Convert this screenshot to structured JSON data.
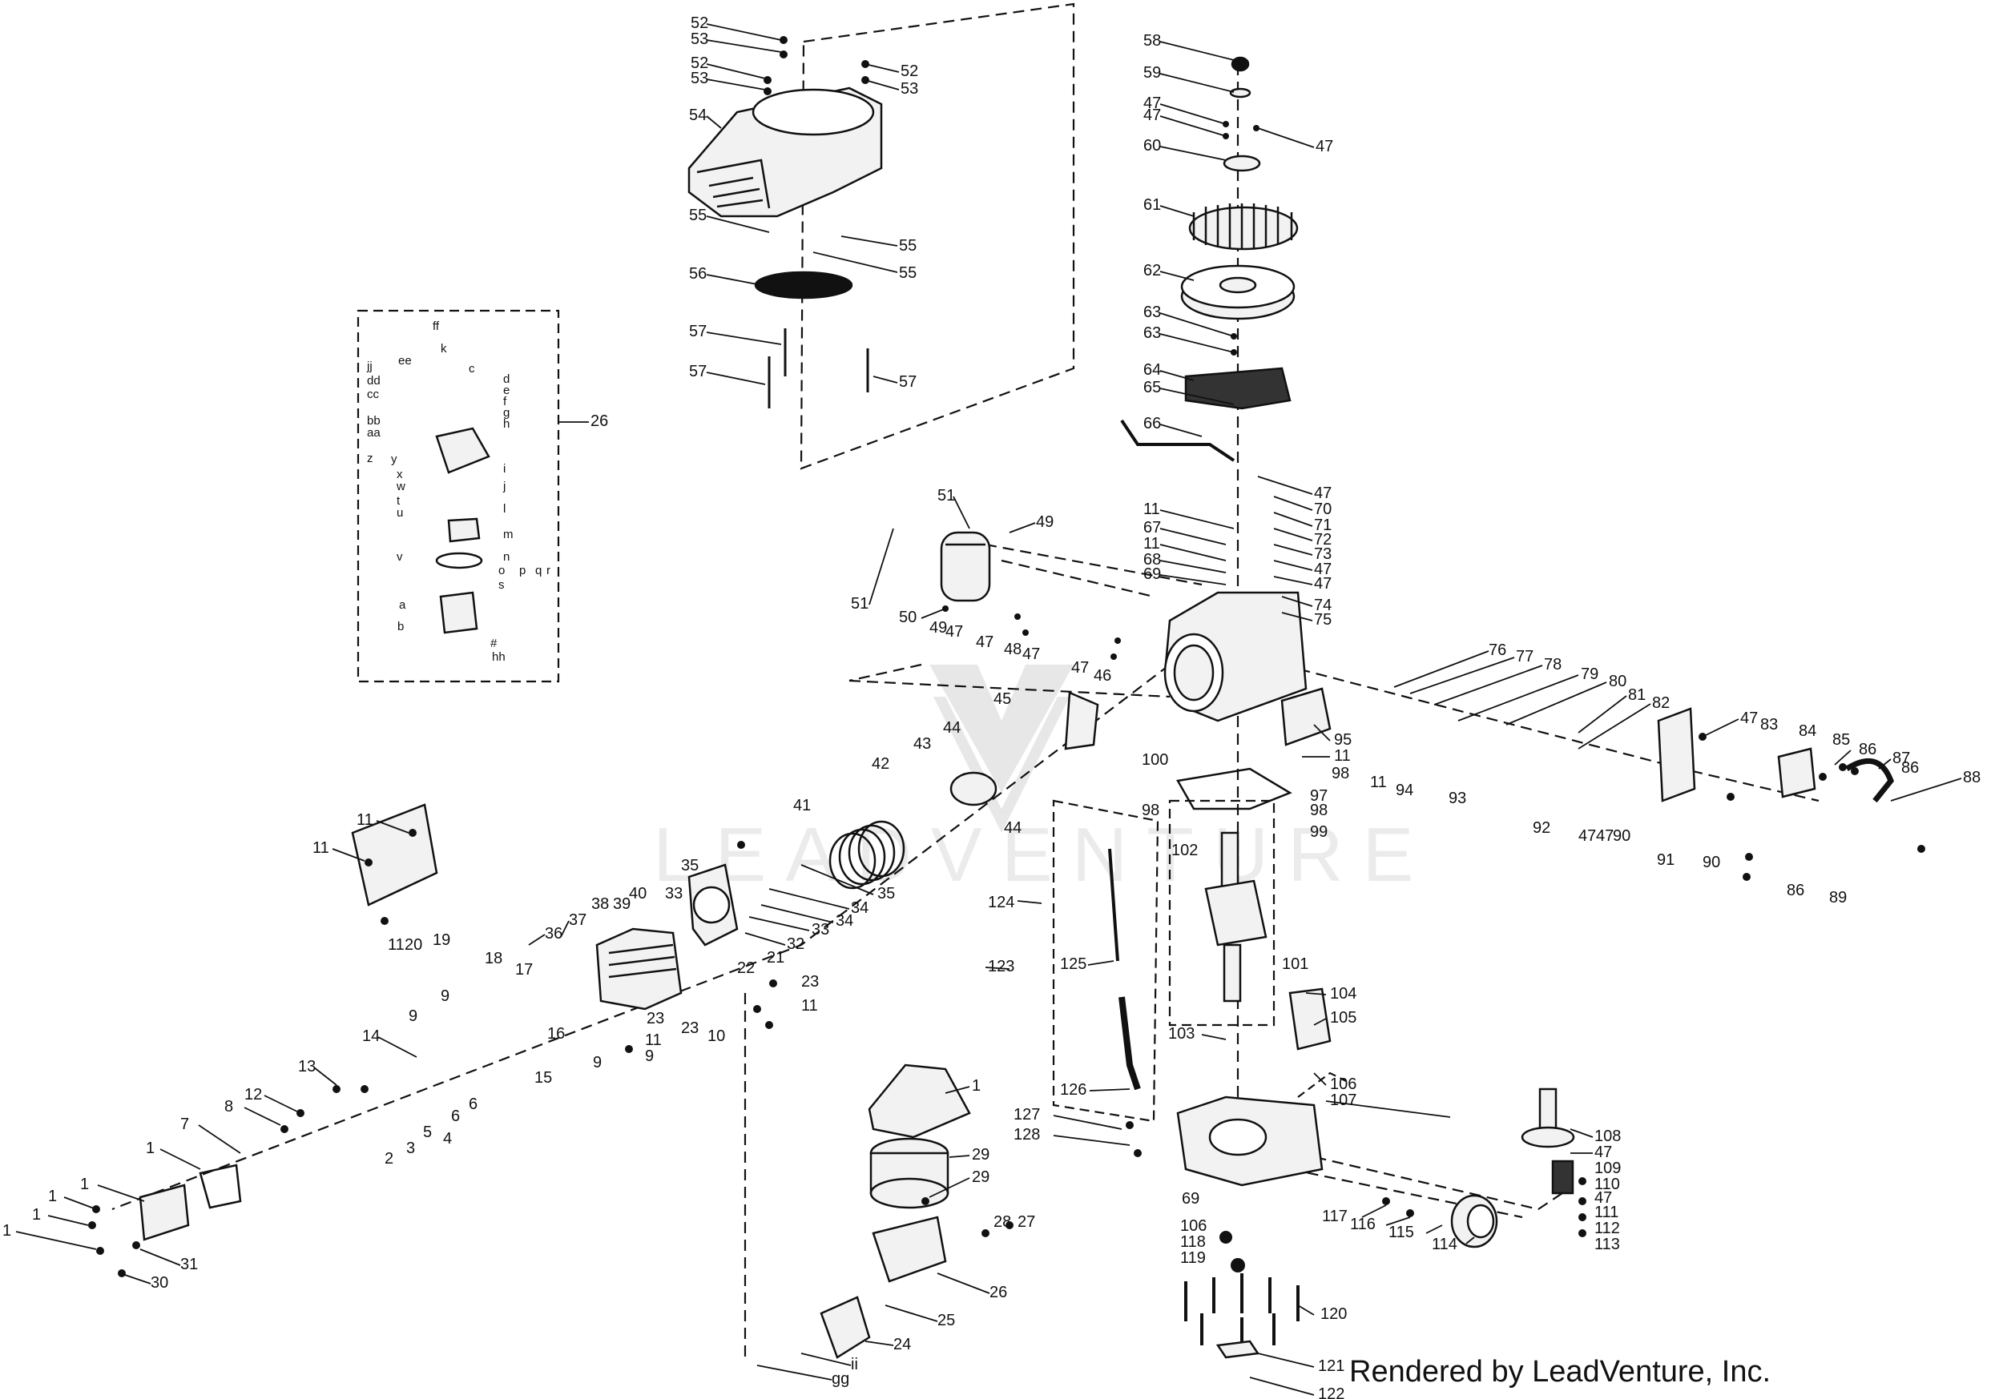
{
  "diagram": {
    "credit": "Rendered by LeadVenture, Inc.",
    "watermark": "LEADVENTURE",
    "colors": {
      "ink": "#111111",
      "part": "#222222",
      "fill_light": "#f2f2f2",
      "watermark": "#000000"
    },
    "callouts": [
      {
        "text": "52"
      },
      {
        "text": "53"
      },
      {
        "text": "52"
      },
      {
        "text": "53"
      },
      {
        "text": "52"
      },
      {
        "text": "53"
      },
      {
        "text": "54"
      },
      {
        "text": "55"
      },
      {
        "text": "55"
      },
      {
        "text": "55"
      },
      {
        "text": "56"
      },
      {
        "text": "57"
      },
      {
        "text": "57"
      },
      {
        "text": "57"
      },
      {
        "text": "58"
      },
      {
        "text": "59"
      },
      {
        "text": "47"
      },
      {
        "text": "47"
      },
      {
        "text": "47"
      },
      {
        "text": "60"
      },
      {
        "text": "61"
      },
      {
        "text": "62"
      },
      {
        "text": "63"
      },
      {
        "text": "63"
      },
      {
        "text": "64"
      },
      {
        "text": "65"
      },
      {
        "text": "66"
      },
      {
        "text": "47"
      },
      {
        "text": "70"
      },
      {
        "text": "71"
      },
      {
        "text": "72"
      },
      {
        "text": "73"
      },
      {
        "text": "47"
      },
      {
        "text": "47"
      },
      {
        "text": "74"
      },
      {
        "text": "75"
      },
      {
        "text": "11"
      },
      {
        "text": "67"
      },
      {
        "text": "11"
      },
      {
        "text": "68"
      },
      {
        "text": "69"
      },
      {
        "text": "51"
      },
      {
        "text": "49"
      },
      {
        "text": "51"
      },
      {
        "text": "50"
      },
      {
        "text": "49"
      },
      {
        "text": "47"
      },
      {
        "text": "47"
      },
      {
        "text": "48"
      },
      {
        "text": "47"
      },
      {
        "text": "47"
      },
      {
        "text": "46"
      },
      {
        "text": "45"
      },
      {
        "text": "44"
      },
      {
        "text": "43"
      },
      {
        "text": "42"
      },
      {
        "text": "44"
      },
      {
        "text": "41"
      },
      {
        "text": "26"
      },
      {
        "text": "76"
      },
      {
        "text": "77"
      },
      {
        "text": "78"
      },
      {
        "text": "79"
      },
      {
        "text": "80"
      },
      {
        "text": "81"
      },
      {
        "text": "82"
      },
      {
        "text": "47"
      },
      {
        "text": "83"
      },
      {
        "text": "84"
      },
      {
        "text": "85"
      },
      {
        "text": "86"
      },
      {
        "text": "87"
      },
      {
        "text": "86"
      },
      {
        "text": "88"
      },
      {
        "text": "95"
      },
      {
        "text": "11"
      },
      {
        "text": "98"
      },
      {
        "text": "11"
      },
      {
        "text": "94"
      },
      {
        "text": "93"
      },
      {
        "text": "92"
      },
      {
        "text": "47"
      },
      {
        "text": "47"
      },
      {
        "text": "90"
      },
      {
        "text": "91"
      },
      {
        "text": "90"
      },
      {
        "text": "86"
      },
      {
        "text": "89"
      },
      {
        "text": "100"
      },
      {
        "text": "97"
      },
      {
        "text": "98"
      },
      {
        "text": "98"
      },
      {
        "text": "99"
      },
      {
        "text": "102"
      },
      {
        "text": "101"
      },
      {
        "text": "124"
      },
      {
        "text": "123"
      },
      {
        "text": "125"
      },
      {
        "text": "126"
      },
      {
        "text": "104"
      },
      {
        "text": "105"
      },
      {
        "text": "103"
      },
      {
        "text": "106"
      },
      {
        "text": "107"
      },
      {
        "text": "127"
      },
      {
        "text": "128"
      },
      {
        "text": "69"
      },
      {
        "text": "108"
      },
      {
        "text": "47"
      },
      {
        "text": "109"
      },
      {
        "text": "110"
      },
      {
        "text": "47"
      },
      {
        "text": "111"
      },
      {
        "text": "112"
      },
      {
        "text": "113"
      },
      {
        "text": "117"
      },
      {
        "text": "116"
      },
      {
        "text": "115"
      },
      {
        "text": "114"
      },
      {
        "text": "106"
      },
      {
        "text": "118"
      },
      {
        "text": "119"
      },
      {
        "text": "120"
      },
      {
        "text": "121"
      },
      {
        "text": "122"
      },
      {
        "text": "11"
      },
      {
        "text": "11"
      },
      {
        "text": "11"
      },
      {
        "text": "20"
      },
      {
        "text": "19"
      },
      {
        "text": "18"
      },
      {
        "text": "17"
      },
      {
        "text": "36"
      },
      {
        "text": "37"
      },
      {
        "text": "38"
      },
      {
        "text": "39"
      },
      {
        "text": "40"
      },
      {
        "text": "33"
      },
      {
        "text": "35"
      },
      {
        "text": "35"
      },
      {
        "text": "34"
      },
      {
        "text": "34"
      },
      {
        "text": "33"
      },
      {
        "text": "32"
      },
      {
        "text": "21"
      },
      {
        "text": "22"
      },
      {
        "text": "23"
      },
      {
        "text": "23"
      },
      {
        "text": "23"
      },
      {
        "text": "11"
      },
      {
        "text": "10"
      },
      {
        "text": "11"
      },
      {
        "text": "9"
      },
      {
        "text": "9"
      },
      {
        "text": "9"
      },
      {
        "text": "9"
      },
      {
        "text": "16"
      },
      {
        "text": "15"
      },
      {
        "text": "14"
      },
      {
        "text": "13"
      },
      {
        "text": "12"
      },
      {
        "text": "8"
      },
      {
        "text": "7"
      },
      {
        "text": "6"
      },
      {
        "text": "6"
      },
      {
        "text": "5"
      },
      {
        "text": "4"
      },
      {
        "text": "3"
      },
      {
        "text": "2"
      },
      {
        "text": "1"
      },
      {
        "text": "1"
      },
      {
        "text": "1"
      },
      {
        "text": "1"
      },
      {
        "text": "1"
      },
      {
        "text": "31"
      },
      {
        "text": "30"
      },
      {
        "text": "1"
      },
      {
        "text": "29"
      },
      {
        "text": "29"
      },
      {
        "text": "28"
      },
      {
        "text": "27"
      },
      {
        "text": "26"
      },
      {
        "text": "25"
      },
      {
        "text": "24"
      },
      {
        "text": "ii"
      },
      {
        "text": "gg"
      },
      {
        "text": "ff"
      },
      {
        "text": "ee"
      },
      {
        "text": "dd"
      },
      {
        "text": "cc"
      },
      {
        "text": "bb"
      },
      {
        "text": "aa"
      },
      {
        "text": "z"
      },
      {
        "text": "y"
      },
      {
        "text": "x"
      },
      {
        "text": "w"
      },
      {
        "text": "v"
      },
      {
        "text": "u"
      },
      {
        "text": "t"
      },
      {
        "text": "a"
      },
      {
        "text": "b"
      },
      {
        "text": "c"
      },
      {
        "text": "d"
      },
      {
        "text": "e"
      },
      {
        "text": "f"
      },
      {
        "text": "g"
      },
      {
        "text": "h"
      },
      {
        "text": "i"
      },
      {
        "text": "j"
      },
      {
        "text": "k"
      },
      {
        "text": "l"
      },
      {
        "text": "m"
      },
      {
        "text": "n"
      },
      {
        "text": "o"
      },
      {
        "text": "p"
      },
      {
        "text": "q"
      },
      {
        "text": "r"
      },
      {
        "text": "s"
      },
      {
        "text": "#"
      },
      {
        "text": "hh"
      },
      {
        "text": "jj"
      }
    ]
  }
}
